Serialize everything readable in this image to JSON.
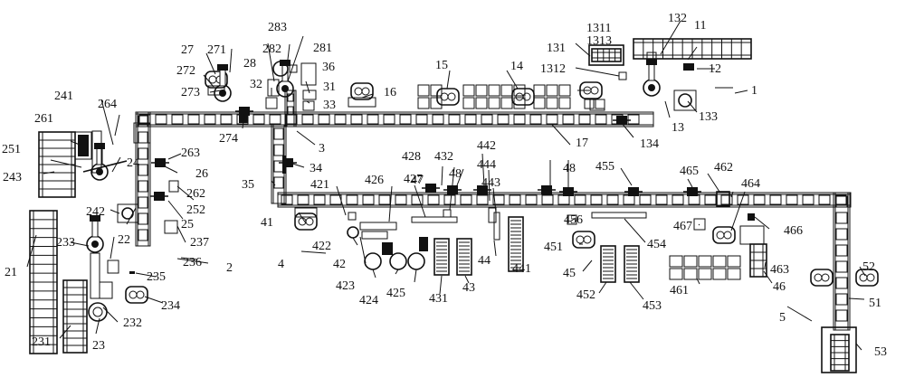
{
  "labels": {
    "l1": "1",
    "l11": "11",
    "l12": "12",
    "l13": "13",
    "l131": "131",
    "l132": "132",
    "l133": "133",
    "l134": "134",
    "l1311": "1311",
    "l1312": "1312",
    "l1313": "1313",
    "l14": "14",
    "l15": "15",
    "l16": "16",
    "l17": "17",
    "l2": "2",
    "l21": "21",
    "l22": "22",
    "l23": "23",
    "l231": "231",
    "l232": "232",
    "l233": "233",
    "l234": "234",
    "l235": "235",
    "l236": "236",
    "l237": "237",
    "l24": "24",
    "l241": "241",
    "l242": "242",
    "l243": "243",
    "l25": "25",
    "l251": "251",
    "l252": "252",
    "l26": "26",
    "l261": "261",
    "l262": "262",
    "l263": "263",
    "l264": "264",
    "l27": "27",
    "l271": "271",
    "l272": "272",
    "l273": "273",
    "l274": "274",
    "l28": "28",
    "l281": "281",
    "l282": "282",
    "l283": "283",
    "l3": "3",
    "l31": "31",
    "l32": "32",
    "l33": "33",
    "l34": "34",
    "l35": "35",
    "l36": "36",
    "l4": "4",
    "l41": "41",
    "l42": "42",
    "l421": "421",
    "l422": "422",
    "l423": "423",
    "l424": "424",
    "l425": "425",
    "l426": "426",
    "l427": "427",
    "l428": "428",
    "l43": "43",
    "l431": "431",
    "l432": "432",
    "l44": "44",
    "l441": "441",
    "l442": "442",
    "l443": "443",
    "l444": "444",
    "l45": "45",
    "l451": "451",
    "l452": "452",
    "l453": "453",
    "l454": "454",
    "l455": "455",
    "l456": "456",
    "l46": "46",
    "l461": "461",
    "l462": "462",
    "l463": "463",
    "l464": "464",
    "l465": "465",
    "l466": "466",
    "l467": "467",
    "l47": "47",
    "l48a": "48",
    "l48b": "48",
    "l5": "5",
    "l51": "51",
    "l52": "52",
    "l53": "53"
  }
}
